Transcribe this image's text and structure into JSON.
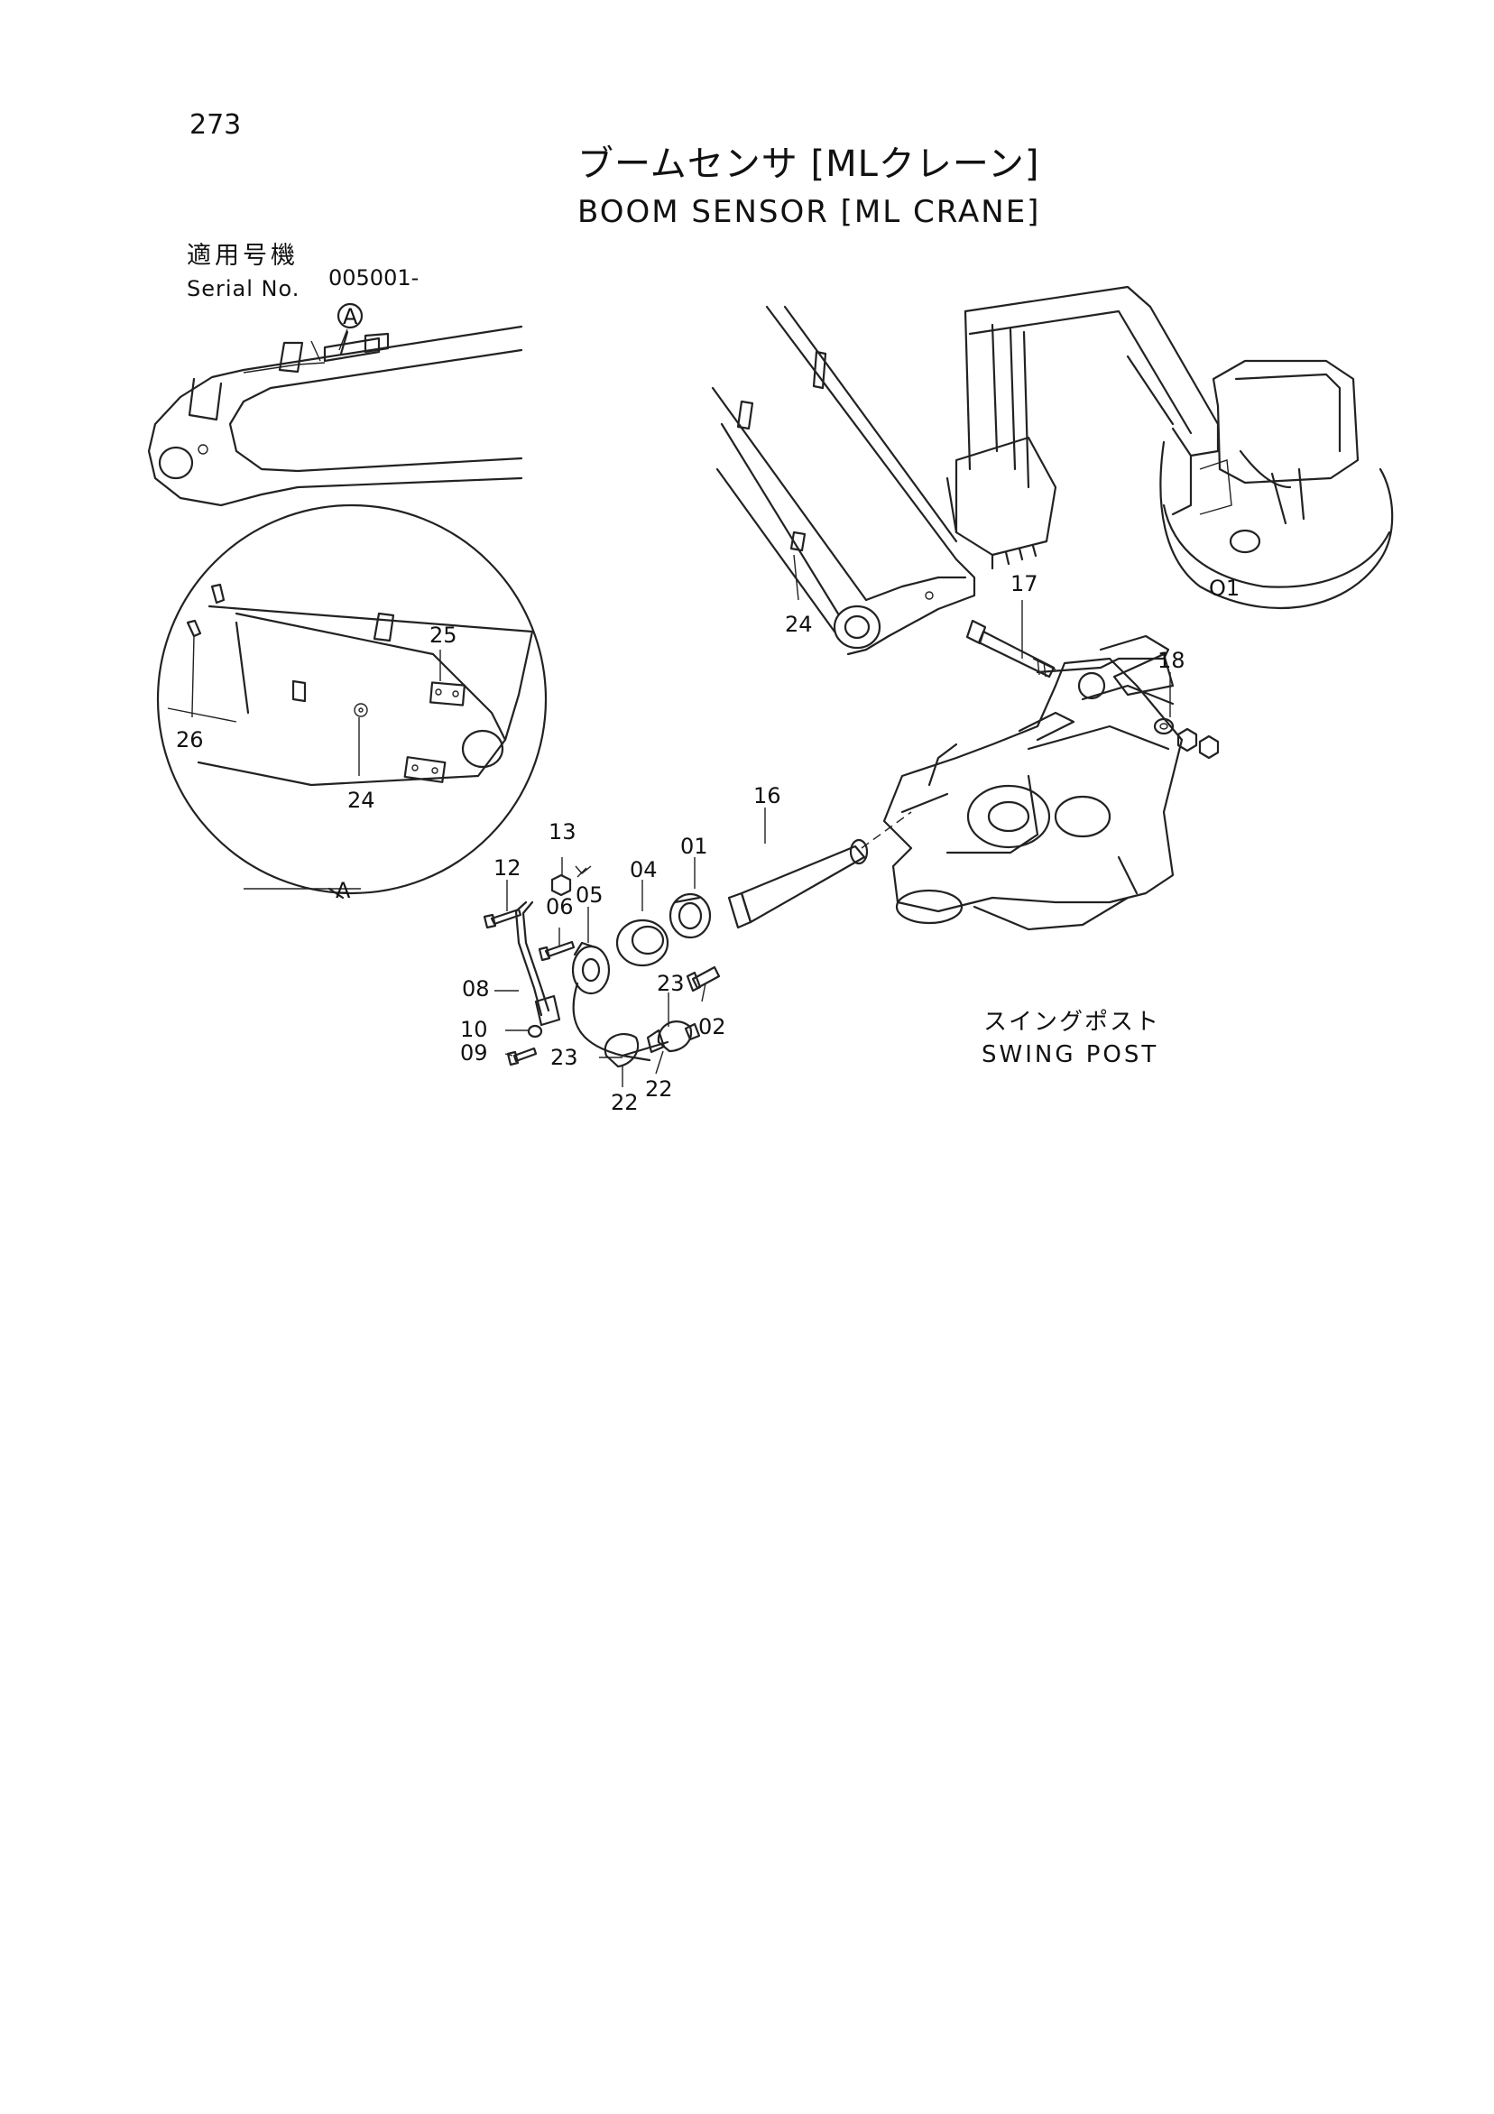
{
  "page": {
    "number": "273"
  },
  "title": {
    "japanese": "ブームセンサ [MLクレーン]",
    "english": "BOOM SENSOR [ML CRANE]"
  },
  "serial": {
    "label_japanese": "適用号機",
    "label_english": "Serial No.",
    "value": "005001-"
  },
  "swing_post": {
    "label_japanese": "スイングポスト",
    "label_english": "SWING POST"
  },
  "detail": {
    "marker": "A",
    "circled_marker": "A"
  },
  "callouts": {
    "c01": "01",
    "c02": "02",
    "c04": "04",
    "c05": "05",
    "c06": "06",
    "c08": "08",
    "c09": "09",
    "c10": "10",
    "c12": "12",
    "c13": "13",
    "c16": "16",
    "c17": "17",
    "c18": "18",
    "c22a": "22",
    "c22b": "22",
    "c23a": "23",
    "c23b": "23",
    "c24a": "24",
    "c24b": "24",
    "c25": "25",
    "c26": "26"
  }
}
